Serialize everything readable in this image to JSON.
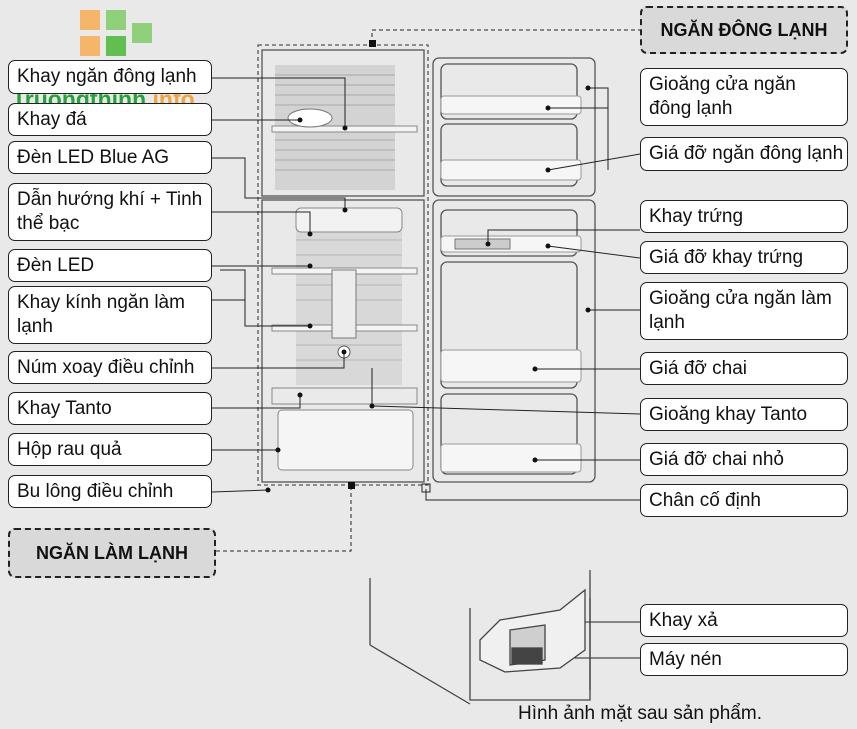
{
  "logo": {
    "name": "Truongthinh",
    "suffix": ".info"
  },
  "headings": {
    "freezer": "NGĂN ĐÔNG LẠNH",
    "fridge": "NGĂN LÀM LẠNH"
  },
  "left_labels": [
    "Khay ngăn đông lạnh",
    "Khay đá",
    "Đèn LED Blue AG",
    "Dẫn hướng khí + Tinh thể bạc",
    "Đèn LED",
    "Khay kính ngăn làm lạnh",
    "Núm xoay điều chỉnh",
    "Khay Tanto",
    "Hộp rau quả",
    "Bu lông điều chỉnh"
  ],
  "right_labels": [
    "Gioăng cửa ngăn đông lạnh",
    "Giá đỡ ngăn đông lạnh",
    "Khay trứng",
    "Giá đỡ khay trứng",
    "Gioăng cửa ngăn làm lạnh",
    "Giá đỡ chai",
    "Gioăng khay Tanto",
    "Giá đỡ chai nhỏ",
    "Chân cố định",
    "Khay xả",
    "Máy nén"
  ],
  "caption": "Hình ảnh mặt sau sản phẩm."
}
